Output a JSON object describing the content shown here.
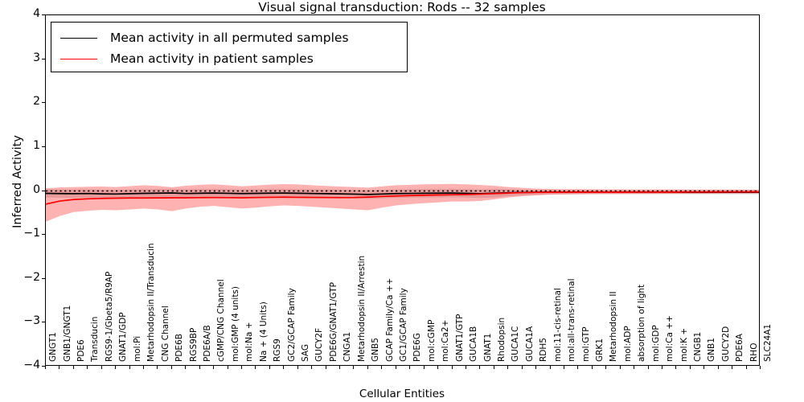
{
  "chart_data": {
    "type": "line",
    "title": "Visual signal transduction: Rods -- 32 samples",
    "xlabel": "Cellular Entities",
    "ylabel": "Inferred Activity",
    "ylim": [
      -4,
      4
    ],
    "yticks": [
      4,
      3,
      2,
      1,
      0,
      -1,
      -2,
      -3,
      -4
    ],
    "ytick_labels": [
      "4",
      "3",
      "2",
      "1",
      "0",
      "−1",
      "−2",
      "−3",
      "−4"
    ],
    "grid": false,
    "legend_position": "upper left",
    "legend": [
      {
        "label": "Mean activity in all permuted samples",
        "color": "#000000"
      },
      {
        "label": "Mean activity in patient samples",
        "color": "#ff0000"
      }
    ],
    "categories": [
      "GNGT1",
      "GNB1/GNGT1",
      "PDE6",
      "Transducin",
      "RGS9-1/Gbeta5/R9AP",
      "GNAT1/GDP",
      "mol:Pi",
      "Metarhodopsin II/Transducin",
      "CNG Channel",
      "PDE6B",
      "RGS9BP",
      "PDE6A/B",
      "cGMP/CNG Channel",
      "mol:GMP (4 units)",
      "mol:Na +",
      "Na + (4 Units)",
      "RGS9",
      "GC2/GCAP Family",
      "SAG",
      "GUCY2F",
      "PDE6G/GNAT1/GTP",
      "CNGA1",
      "Metarhodopsin II/Arrestin",
      "GNB5",
      "GCAP Family/Ca ++",
      "GC1/GCAP Family",
      "PDE6G",
      "mol:cGMP",
      "mol:Ca2+",
      "GNAT1/GTP",
      "GUCA1B",
      "GNAT1",
      "Rhodopsin",
      "GUCA1C",
      "GUCA1A",
      "RDH5",
      "mol:11-cis-retinal",
      "mol:all-trans-retinal",
      "mol:GTP",
      "GRK1",
      "Metarhodopsin II",
      "mol:ADP",
      "absorption of light",
      "mol:GDP",
      "mol:Ca ++",
      "mol:K +",
      "CNGB1",
      "GNB1",
      "GUCY2D",
      "PDE6A",
      "RHO",
      "SLC24A1"
    ],
    "zero_reference_line": 0,
    "series": [
      {
        "name": "Mean activity in all permuted samples",
        "color": "#000000",
        "values": [
          -0.055,
          -0.06,
          -0.062,
          -0.058,
          -0.066,
          -0.07,
          -0.062,
          -0.055,
          -0.05,
          -0.046,
          -0.058,
          -0.052,
          -0.048,
          -0.054,
          -0.06,
          -0.055,
          -0.05,
          -0.048,
          -0.052,
          -0.058,
          -0.062,
          -0.066,
          -0.072,
          -0.08,
          -0.07,
          -0.06,
          -0.056,
          -0.052,
          -0.05,
          -0.047,
          -0.055,
          -0.062,
          -0.05,
          -0.04,
          -0.034,
          -0.03,
          -0.028,
          -0.028,
          -0.026,
          -0.026,
          -0.026,
          -0.026,
          -0.026,
          -0.026,
          -0.026,
          -0.028,
          -0.03,
          -0.03,
          -0.03,
          -0.03,
          -0.03,
          -0.03
        ],
        "band_lower": [
          -0.15,
          -0.155,
          -0.158,
          -0.156,
          -0.16,
          -0.165,
          -0.16,
          -0.152,
          -0.15,
          -0.146,
          -0.155,
          -0.15,
          -0.146,
          -0.152,
          -0.158,
          -0.152,
          -0.148,
          -0.146,
          -0.15,
          -0.156,
          -0.16,
          -0.165,
          -0.17,
          -0.178,
          -0.17,
          -0.158,
          -0.154,
          -0.15,
          -0.148,
          -0.145,
          -0.152,
          -0.16,
          -0.148,
          -0.12,
          -0.1,
          -0.086,
          -0.078,
          -0.076,
          -0.074,
          -0.072,
          -0.072,
          -0.072,
          -0.072,
          -0.072,
          -0.072,
          -0.074,
          -0.076,
          -0.076,
          -0.076,
          -0.076,
          -0.076,
          -0.076
        ],
        "band_upper": [
          0.04,
          0.038,
          0.036,
          0.04,
          0.032,
          0.028,
          0.036,
          0.042,
          0.048,
          0.052,
          0.04,
          0.046,
          0.05,
          0.044,
          0.038,
          0.044,
          0.048,
          0.05,
          0.046,
          0.04,
          0.036,
          0.032,
          0.026,
          0.018,
          0.028,
          0.038,
          0.042,
          0.046,
          0.048,
          0.051,
          0.044,
          0.036,
          0.048,
          0.04,
          0.032,
          0.026,
          0.022,
          0.022,
          0.02,
          0.02,
          0.02,
          0.02,
          0.02,
          0.02,
          0.02,
          0.022,
          0.024,
          0.024,
          0.024,
          0.024,
          0.024,
          0.024
        ]
      },
      {
        "name": "Mean activity in patient samples",
        "color": "#ff0000",
        "values": [
          -0.3,
          -0.23,
          -0.195,
          -0.18,
          -0.17,
          -0.165,
          -0.16,
          -0.16,
          -0.158,
          -0.155,
          -0.155,
          -0.152,
          -0.15,
          -0.152,
          -0.155,
          -0.15,
          -0.145,
          -0.142,
          -0.145,
          -0.148,
          -0.15,
          -0.152,
          -0.15,
          -0.14,
          -0.125,
          -0.115,
          -0.105,
          -0.098,
          -0.092,
          -0.086,
          -0.08,
          -0.072,
          -0.06,
          -0.048,
          -0.038,
          -0.032,
          -0.03,
          -0.029,
          -0.028,
          -0.028,
          -0.027,
          -0.027,
          -0.026,
          -0.026,
          -0.025,
          -0.025,
          -0.024,
          -0.024,
          -0.023,
          -0.022,
          -0.022,
          -0.02
        ],
        "band_lower": [
          -0.7,
          -0.57,
          -0.48,
          -0.45,
          -0.43,
          -0.44,
          -0.42,
          -0.4,
          -0.42,
          -0.46,
          -0.4,
          -0.36,
          -0.34,
          -0.37,
          -0.4,
          -0.38,
          -0.35,
          -0.33,
          -0.34,
          -0.36,
          -0.38,
          -0.4,
          -0.42,
          -0.44,
          -0.38,
          -0.33,
          -0.3,
          -0.28,
          -0.26,
          -0.24,
          -0.24,
          -0.23,
          -0.19,
          -0.15,
          -0.12,
          -0.1,
          -0.085,
          -0.08,
          -0.076,
          -0.074,
          -0.072,
          -0.07,
          -0.068,
          -0.068,
          -0.066,
          -0.066,
          -0.064,
          -0.064,
          -0.062,
          -0.06,
          -0.06,
          -0.058
        ],
        "band_upper": [
          0.06,
          0.08,
          0.09,
          0.095,
          0.1,
          0.09,
          0.11,
          0.13,
          0.115,
          0.085,
          0.12,
          0.14,
          0.15,
          0.13,
          0.105,
          0.125,
          0.145,
          0.155,
          0.148,
          0.13,
          0.115,
          0.1,
          0.09,
          0.075,
          0.105,
          0.13,
          0.14,
          0.15,
          0.155,
          0.16,
          0.15,
          0.135,
          0.12,
          0.09,
          0.07,
          0.055,
          0.045,
          0.042,
          0.04,
          0.038,
          0.037,
          0.036,
          0.035,
          0.035,
          0.034,
          0.034,
          0.033,
          0.033,
          0.032,
          0.031,
          0.03,
          0.03
        ]
      }
    ]
  }
}
